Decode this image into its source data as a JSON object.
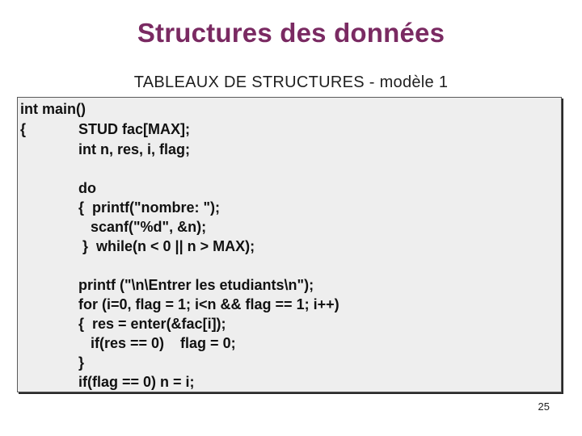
{
  "slide": {
    "title": "Structures des données",
    "subtitle": "TABLEAUX DE STRUCTURES - modèle 1",
    "page_number": "25"
  },
  "code": {
    "lines": [
      {
        "left": "int main()",
        "right": ""
      },
      {
        "left": "{",
        "right": "STUD fac[MAX];"
      },
      {
        "left": "",
        "right": "int n, res, i, flag;"
      },
      {
        "left": "",
        "right": "do"
      },
      {
        "left": "",
        "right": "{  printf(\"nombre: \");"
      },
      {
        "left": "",
        "right": "   scanf(\"%d\", &n);"
      },
      {
        "left": "",
        "right": " }  while(n < 0 || n > MAX);"
      },
      {
        "left": "",
        "right": "printf (\"\\n\\Entrer les etudiants\\n\");"
      },
      {
        "left": "",
        "right": "for (i=0, flag = 1; i<n && flag == 1; i++)"
      },
      {
        "left": "",
        "right": "{  res = enter(&fac[i]);"
      },
      {
        "left": "",
        "right": "   if(res == 0)    flag = 0;"
      },
      {
        "left": "",
        "right": "}"
      },
      {
        "left": "",
        "right": "if(flag == 0) n = i;"
      }
    ]
  }
}
